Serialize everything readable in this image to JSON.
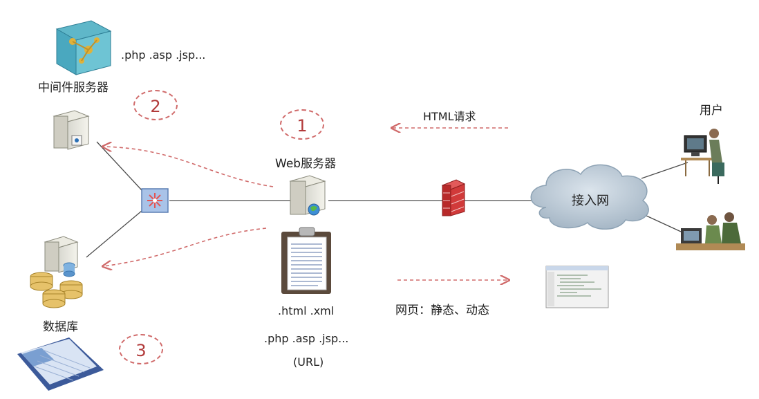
{
  "labels": {
    "middleware_ext": ".php  .asp .jsp...",
    "middleware_server": "中间件服务器",
    "web_server": "Web服务器",
    "html_request": "HTML请求",
    "user": "用户",
    "access_network": "接入网",
    "database": "数据库",
    "web_files_1": ".html  .xml",
    "web_files_2": ".php  .asp .jsp...",
    "web_files_3": "(URL)",
    "web_page": "网页：静态、动态"
  },
  "steps": [
    "1",
    "2",
    "3"
  ],
  "colors": {
    "dashed_arrow": "#d06a6a",
    "link_line": "#4a4a4a",
    "badge_text": "#b23a3a",
    "cloud": "#b9c7d3"
  }
}
